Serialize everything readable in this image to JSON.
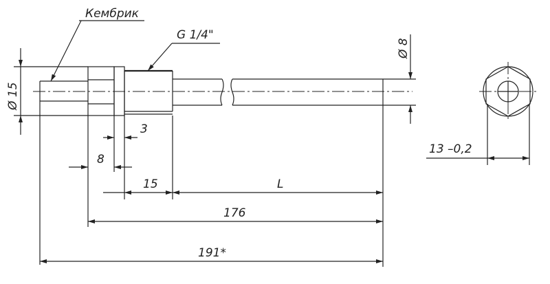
{
  "labels": {
    "cambric": "Кембрик",
    "thread": "G 1/4\"",
    "dia_body": "Ø 15",
    "dia_tube": "Ø 8",
    "hex_size": "13  –0,2",
    "dim_3": "3",
    "dim_8": "8",
    "dim_15": "15",
    "dim_L": "L",
    "dim_176": "176",
    "dim_191": "191*"
  }
}
